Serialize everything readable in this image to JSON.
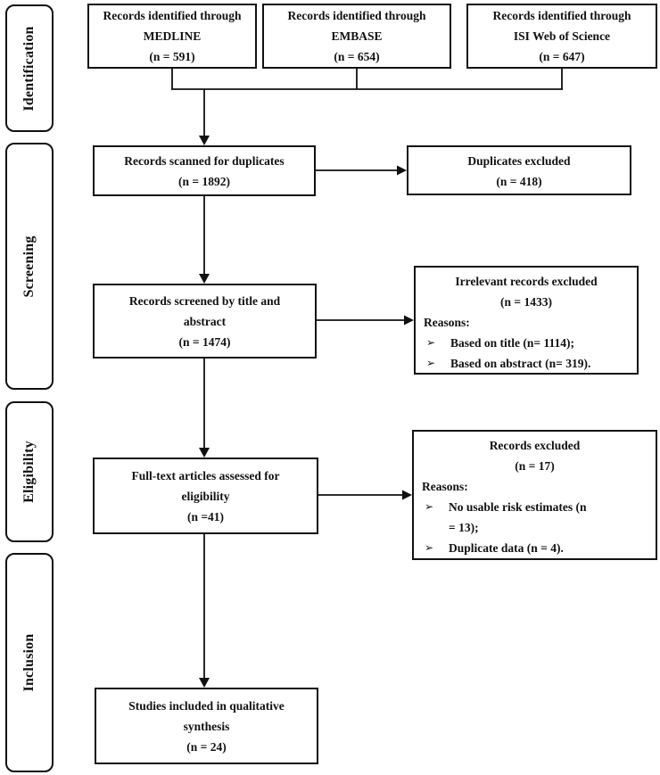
{
  "sidebar": {
    "stages": [
      {
        "label": "Identification"
      },
      {
        "label": "Screening"
      },
      {
        "label": "Eligibility"
      },
      {
        "label": "Inclusion"
      }
    ]
  },
  "flow": {
    "bullet_glyph": "➢",
    "sources": [
      {
        "lines": [
          "Records identified through",
          "MEDLINE",
          "(n = 591)"
        ]
      },
      {
        "lines": [
          "Records identified through",
          "EMBASE",
          "(n = 654)"
        ]
      },
      {
        "lines": [
          "Records identified through",
          "ISI Web of Science",
          "(n = 647)"
        ]
      }
    ],
    "main": [
      {
        "lines": [
          "Records scanned for duplicates",
          "(n = 1892)"
        ]
      },
      {
        "lines": [
          "Records screened by title and",
          "abstract",
          "(n = 1474)"
        ]
      },
      {
        "lines": [
          "Full-text articles assessed for",
          "eligibility",
          "(n =41)"
        ]
      },
      {
        "lines": [
          "Studies included in qualitative",
          "synthesis",
          "(n = 24)"
        ]
      }
    ],
    "side": [
      {
        "title_lines": [
          "Duplicates excluded",
          "(n = 418)"
        ],
        "reasons_label": "",
        "bullets": []
      },
      {
        "title_lines": [
          "Irrelevant records excluded",
          "(n = 1433)"
        ],
        "reasons_label": "Reasons:",
        "bullets": [
          {
            "lines": [
              "Based on title (n= 1114);"
            ]
          },
          {
            "lines": [
              "Based on abstract (n= 319)."
            ]
          }
        ]
      },
      {
        "title_lines": [
          "Records excluded",
          "(n = 17)"
        ],
        "reasons_label": "Reasons:",
        "bullets": [
          {
            "lines": [
              "No usable risk  estimates (n",
              "= 13);"
            ]
          },
          {
            "lines": [
              "Duplicate data (n = 4)."
            ]
          }
        ]
      }
    ]
  },
  "colors": {
    "line": "#111111",
    "text": "#111111",
    "background": "#ffffff"
  }
}
